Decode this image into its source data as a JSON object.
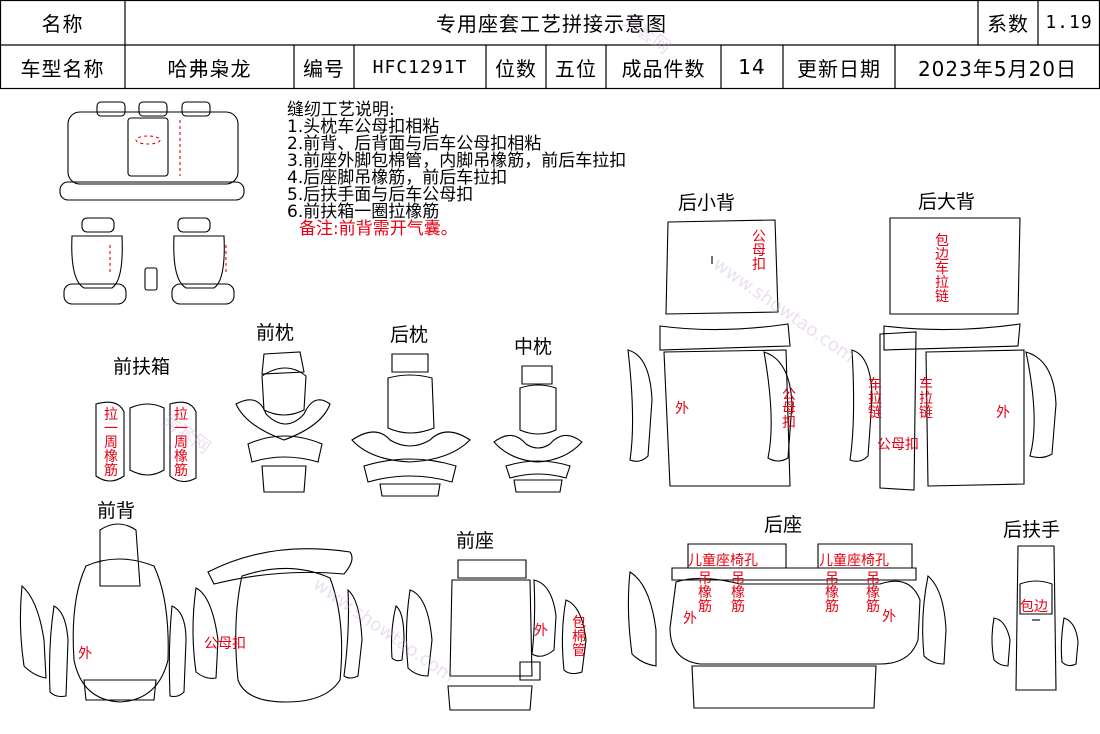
{
  "header": {
    "name_label": "名称",
    "diagram_title": "专用座套工艺拼接示意图",
    "coeff_label": "系数",
    "coeff_value": "1.19",
    "model_label": "车型名称",
    "model_value": "哈弗枭龙",
    "code_label": "编号",
    "code_value": "HFC1291T",
    "seats_label": "位数",
    "seats_value": "五位",
    "pieces_label": "成品件数",
    "pieces_value": "14",
    "date_label": "更新日期",
    "date_value": "2023年5月20日"
  },
  "notes": {
    "heading": "缝纫工艺说明:",
    "items": [
      "1.头枕车公母扣相粘",
      "2.前背、后背面与后车公母扣相粘",
      "3.前座外脚包棉管，内脚吊橡筋，前后车拉扣",
      "4.后座脚吊橡筋，前后车拉扣",
      "5.后扶手面与后车公母扣",
      "6.前扶箱一圈拉橡筋"
    ],
    "remark": "备注:前背需开气囊。"
  },
  "sections": {
    "rear_small_back": "后小背",
    "rear_big_back": "后大背",
    "front_headrest": "前枕",
    "rear_headrest": "后枕",
    "middle_headrest": "中枕",
    "front_armbox": "前扶箱",
    "front_back": "前背",
    "front_seat": "前座",
    "rear_seat": "后座",
    "rear_armrest": "后扶手"
  },
  "labels": {
    "snap": "公母扣",
    "outer": "外",
    "edge_zipper": "包边车拉链",
    "zipper": "车拉链",
    "elastic_loop": "拉一周橡筋",
    "foam_tube": "包棉管",
    "child_seat_hole": "儿童座椅孔",
    "hang_elastic": "吊橡筋",
    "edge_wrap": "包边"
  },
  "watermark": {
    "brand": "秀套网",
    "site": "www.showtao.com"
  },
  "colors": {
    "line": "#000000",
    "annotation": "#e60012"
  }
}
